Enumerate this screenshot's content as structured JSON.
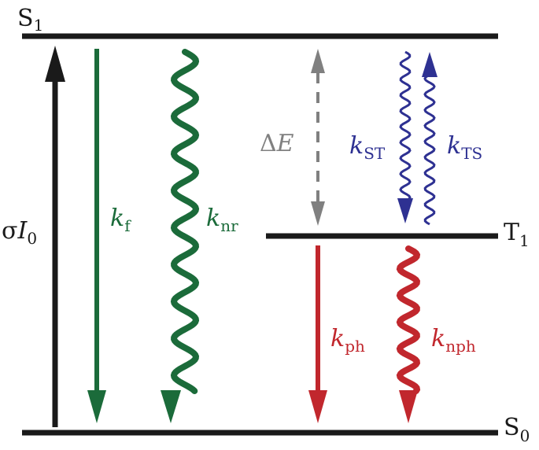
{
  "levels": {
    "s1": {
      "symbol": "S",
      "sub": "1"
    },
    "s0": {
      "symbol": "S",
      "sub": "0"
    },
    "t1": {
      "symbol": "T",
      "sub": "1"
    }
  },
  "transitions": {
    "absorption": {
      "pre": "σ",
      "symbol": "I",
      "sub": "0"
    },
    "fluorescence": {
      "symbol": "k",
      "sub": "f"
    },
    "nonradiative": {
      "symbol": "k",
      "sub": "nr"
    },
    "gap": {
      "pre": "Δ",
      "symbol": "E"
    },
    "isc_forward": {
      "symbol": "k",
      "sub": "ST"
    },
    "isc_reverse": {
      "symbol": "k",
      "sub": "TS"
    },
    "phosphorescence": {
      "symbol": "k",
      "sub": "ph"
    },
    "nonrad_phosphorescence": {
      "symbol": "k",
      "sub": "nph"
    }
  },
  "colors": {
    "black": "#1a1a1a",
    "green": "#1b6b3a",
    "gray": "#808080",
    "blue": "#2e3192",
    "red": "#c1272d"
  }
}
